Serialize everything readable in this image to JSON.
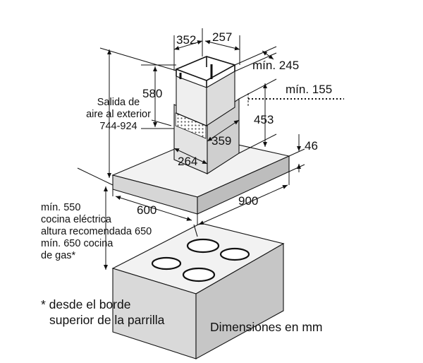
{
  "dimensions": {
    "chimney_depth": "352",
    "chimney_width": "257",
    "min_top": "mín. 245",
    "min_ceiling": "mín. 155",
    "chimney_height": "580",
    "telescopic": "453",
    "inner_depth": "359",
    "inner_width": "264",
    "canopy_height": "46",
    "hood_depth": "600",
    "hood_width": "900"
  },
  "labels": {
    "outlet_line1": "Salida de",
    "outlet_line2": "aire al exterior",
    "outlet_line3": "744-924",
    "distance_line1": "mín. 550",
    "distance_line2": "cocina eléctrica",
    "distance_line3": "altura recomendada 650",
    "distance_line4": "mín. 650 cocina",
    "distance_line5": "de gas*",
    "footnote_line1": "* desde el borde",
    "footnote_line2": "superior de la parrilla",
    "units": "Dimensiones en mm"
  }
}
